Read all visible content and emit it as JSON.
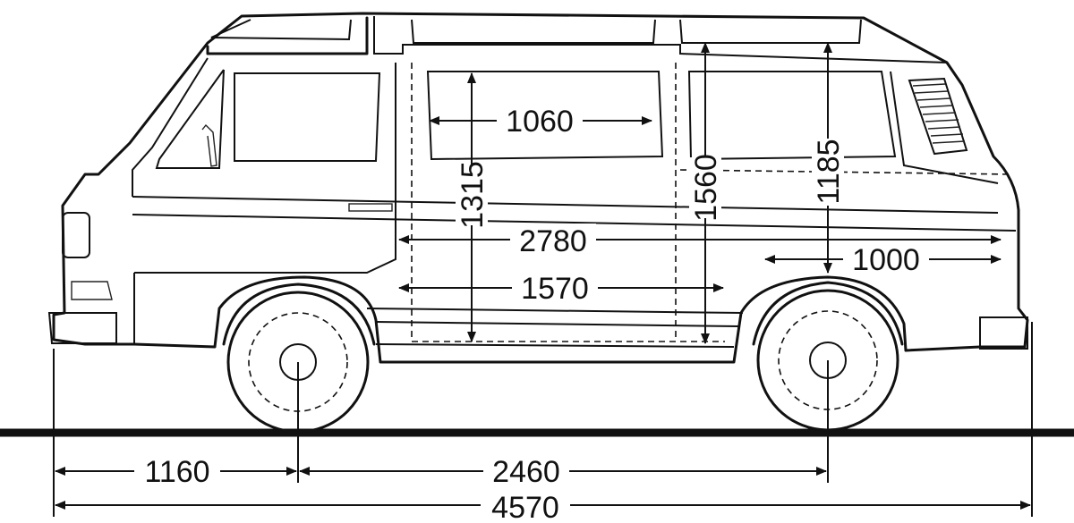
{
  "dimensions": {
    "window_width": "1060",
    "door_height": "1315",
    "interior_height": "1560",
    "rear_height": "1185",
    "cargo_length": "2780",
    "rear_section": "1000",
    "door_opening": "1570",
    "front_overhang": "1160",
    "wheelbase": "2460",
    "overall_length": "4570"
  }
}
